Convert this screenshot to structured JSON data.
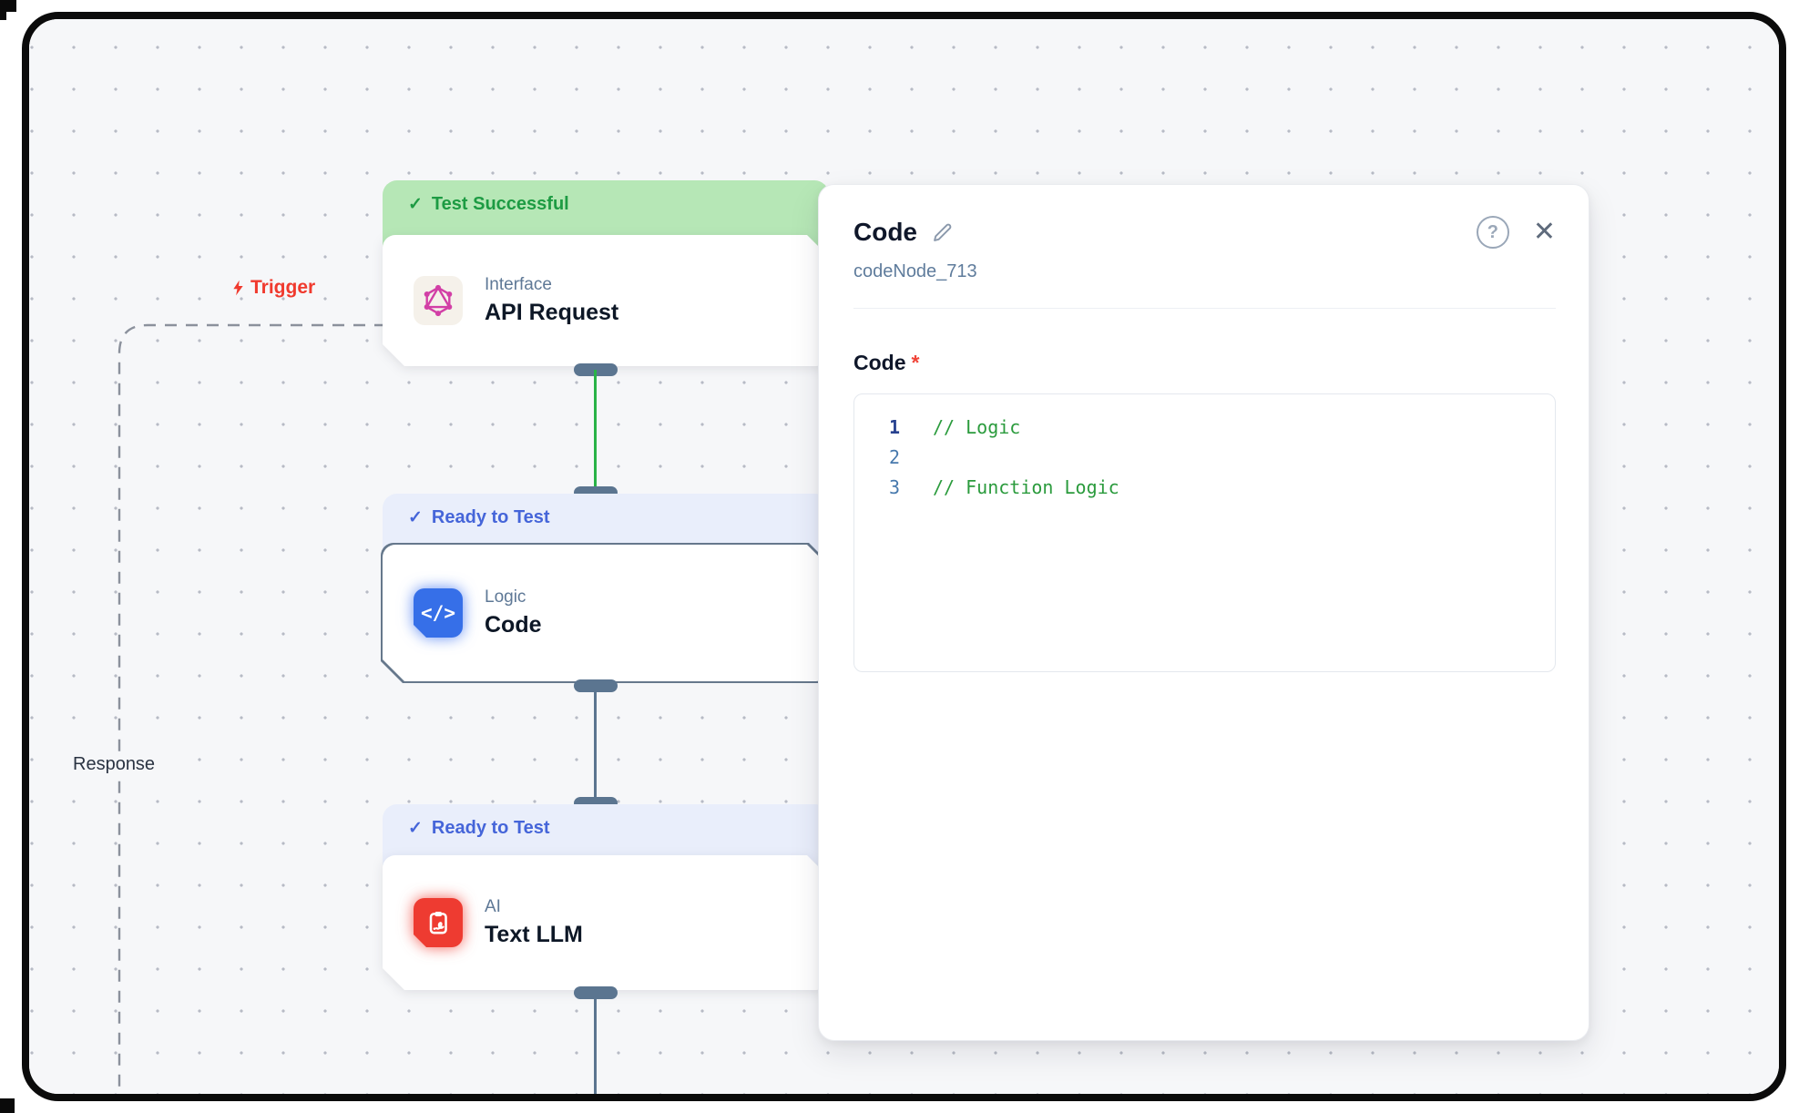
{
  "canvas": {
    "trigger_label": "Trigger",
    "response_label": "Response",
    "nodes": [
      {
        "status": "Test Successful",
        "category": "Interface",
        "title": "API Request"
      },
      {
        "status": "Ready to Test",
        "category": "Logic",
        "title": "Code"
      },
      {
        "status": "Ready to Test",
        "category": "AI",
        "title": "Text LLM"
      }
    ]
  },
  "panel": {
    "title": "Code",
    "node_id": "codeNode_713",
    "field_label": "Code",
    "required_marker": "*",
    "editor": {
      "lines": [
        {
          "number": "1",
          "code": "// Logic"
        },
        {
          "number": "2",
          "code": ""
        },
        {
          "number": "3",
          "code": "// Function Logic"
        }
      ]
    }
  },
  "icons": {
    "check": "✓",
    "close": "✕",
    "help": "?",
    "code_glyph": "</>"
  },
  "colors": {
    "success_bg": "#b6e7b6",
    "success_text": "#1d9b43",
    "ready_bg": "#e9eefb",
    "ready_text": "#4565d9",
    "trigger_red": "#f03a2e",
    "edge_green": "#29b347",
    "edge_slate": "#5b7590",
    "icon_blue": "#366fe8",
    "icon_red": "#ee3b31",
    "graphql_pink": "#d23fa6",
    "comment_green": "#2b9b3d"
  }
}
